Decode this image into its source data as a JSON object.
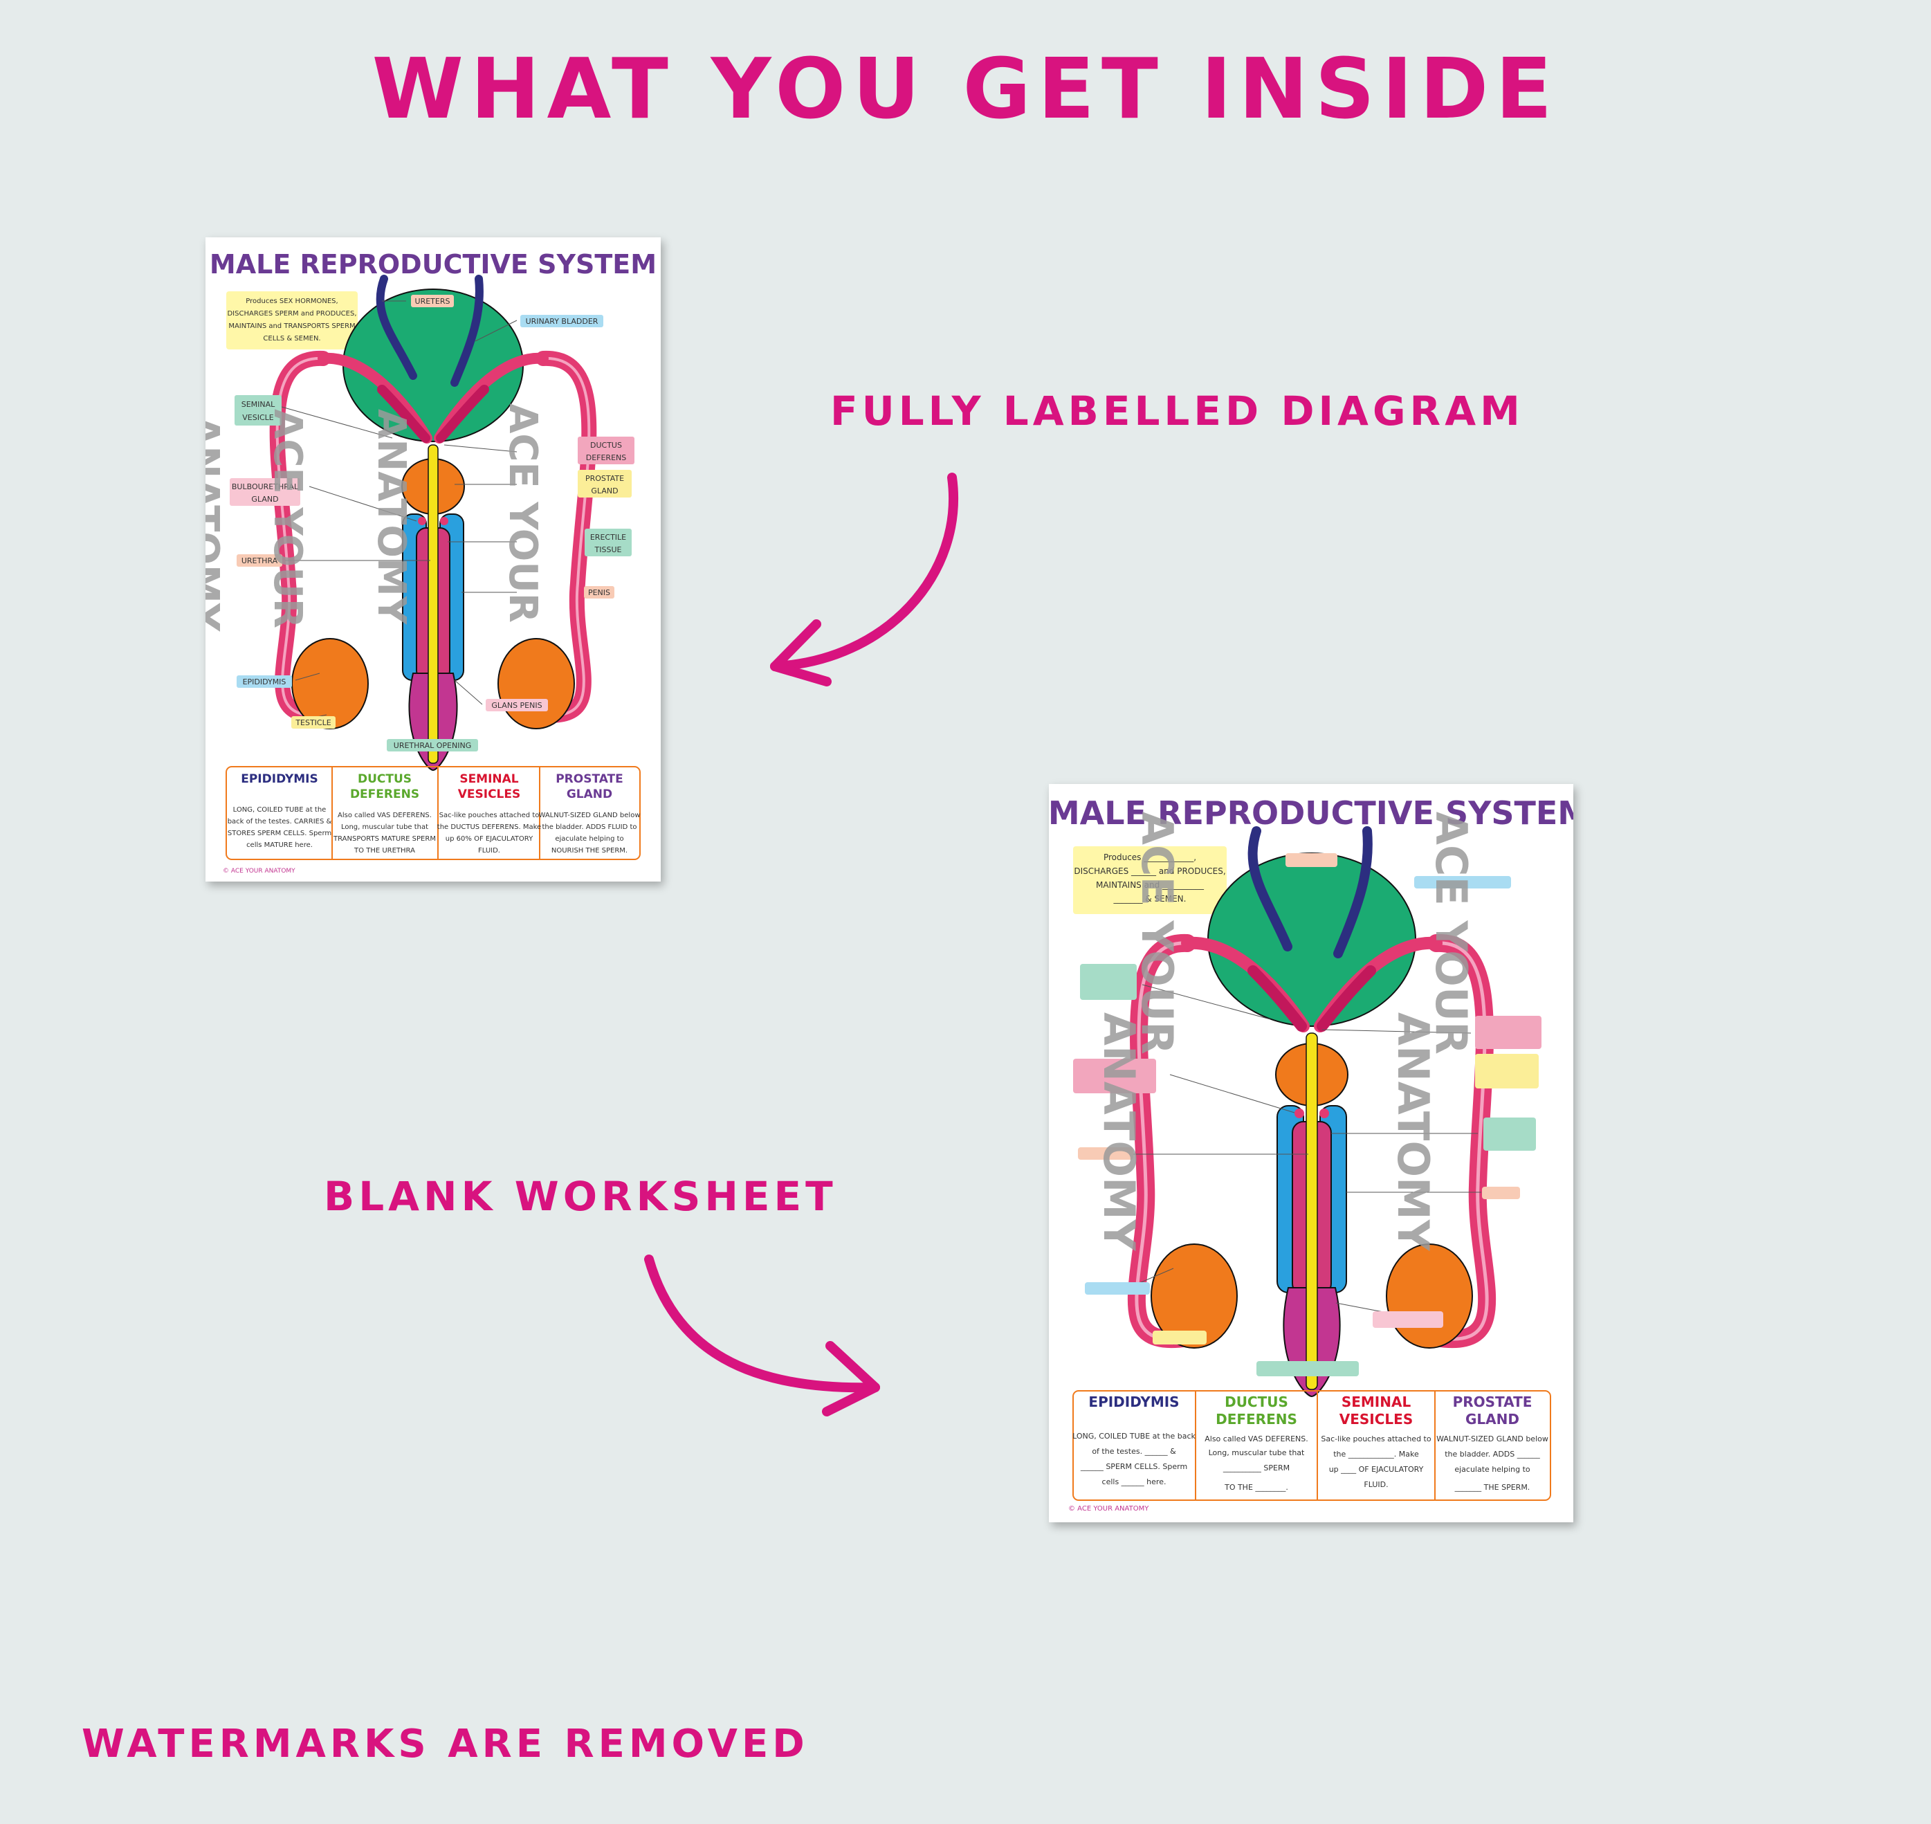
{
  "page": {
    "title": "WHAT YOU GET INSIDE",
    "label_full": "FULLY LABELLED DIAGRAM",
    "label_blank": "BLANK WORKSHEET",
    "label_watermark": "WATERMARKS ARE REMOVED"
  },
  "sheet": {
    "title": "MALE REPRODUCTIVE SYSTEM",
    "intro_lines": [
      "Produces SEX HORMONES,",
      "DISCHARGES SPERM and PRODUCES,",
      "MAINTAINS and TRANSPORTS SPERM",
      "CELLS & SEMEN."
    ],
    "blank_intro_lines": [
      "Produces ____________,",
      "DISCHARGES ______ and PRODUCES,",
      "MAINTAINS and __________",
      "_______ & SEMEN."
    ],
    "labels": {
      "ureters": "URETERS",
      "urinary_bladder": "URINARY BLADDER",
      "seminal_vesicle_1": "SEMINAL",
      "seminal_vesicle_2": "VESICLE",
      "ductus_deferens_1": "DUCTUS",
      "ductus_deferens_2": "DEFERENS",
      "prostate_gland_1": "PROSTATE",
      "prostate_gland_2": "GLAND",
      "bulbourethral_1": "BULBOURETHRAL",
      "bulbourethral_2": "GLAND",
      "erectile_1": "ERECTILE",
      "erectile_2": "TISSUE",
      "urethra": "URETHRA",
      "penis": "PENIS",
      "epididymis": "EPIDIDYMIS",
      "testicle": "TESTICLE",
      "glans_penis": "GLANS PENIS",
      "urethral_opening": "URETHRAL OPENING"
    },
    "table_headers": [
      [
        "EPIDIDYMIS"
      ],
      [
        "DUCTUS",
        "DEFERENS"
      ],
      [
        "SEMINAL",
        "VESICLES"
      ],
      [
        "PROSTATE",
        "GLAND"
      ]
    ],
    "table_text": [
      [
        "LONG, COILED TUBE at the",
        "back of the testes. CARRIES &",
        "STORES SPERM CELLS. Sperm",
        "cells MATURE here."
      ],
      [
        "Also called VAS DEFERENS.",
        "Long, muscular tube that",
        "TRANSPORTS MATURE SPERM",
        "TO THE URETHRA"
      ],
      [
        "Sac-like pouches attached to",
        "the DUCTUS DEFERENS. Make",
        "up 60% OF EJACULATORY",
        "FLUID."
      ],
      [
        "WALNUT-SIZED GLAND below",
        "the bladder. ADDS FLUID to",
        "ejaculate helping to",
        "NOURISH THE SPERM."
      ]
    ],
    "blank_table_text": [
      [
        "LONG, COILED TUBE at the back",
        "of the testes. ______ &",
        "______ SPERM CELLS. Sperm",
        "cells ______ here."
      ],
      [
        "Also called VAS DEFERENS.",
        "Long, muscular tube that",
        "__________ SPERM",
        "TO THE ________."
      ],
      [
        "Sac-like pouches attached to",
        "the ____________. Make",
        "up ____ OF EJACULATORY",
        "FLUID."
      ],
      [
        "WALNUT-SIZED GLAND below",
        "the bladder. ADDS ______",
        "ejaculate helping to",
        "_______ THE SPERM."
      ]
    ],
    "copyright": "© ACE YOUR ANATOMY",
    "watermark_lines": [
      "ACE YOUR",
      "ANATOMY"
    ]
  },
  "colors": {
    "accent": "#d8137f",
    "background": "#e5ebeb",
    "title_purple": "#6a3a93",
    "bladder_green": "#1bab72",
    "duct_pink": "#e33a72",
    "ureter_navy": "#2c2e80",
    "orange": "#f07a1c",
    "blue": "#2aa0de",
    "yellow": "#f5e21a",
    "magenta": "#c23691"
  }
}
